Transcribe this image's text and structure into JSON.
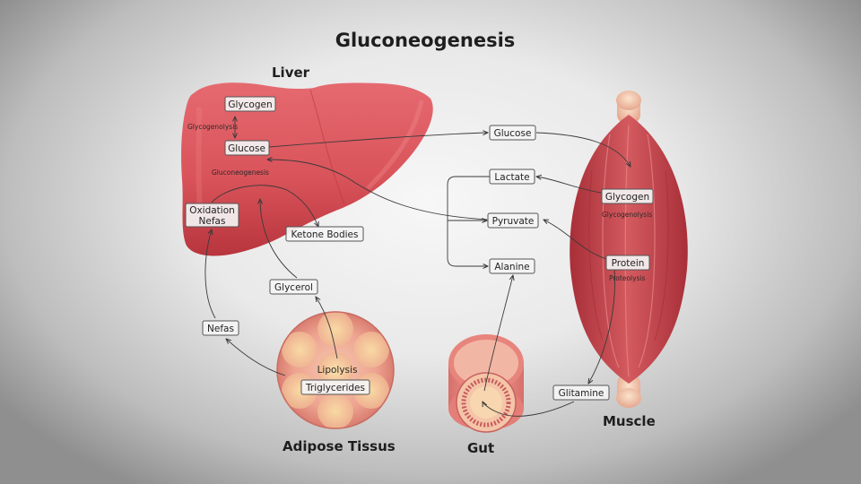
{
  "title": "Gluconeogenesis",
  "organs": {
    "liver": "Liver",
    "muscle": "Muscle",
    "adipose": "Adipose Tissus",
    "gut": "Gut"
  },
  "boxes": {
    "liver_glycogen": "Glycogen",
    "liver_glucose": "Glucose",
    "oxidation_nefas_line1": "Oxidation",
    "oxidation_nefas_line2": "Nefas",
    "ketone_bodies": "Ketone Bodies",
    "glycerol": "Glycerol",
    "nefas": "Nefas",
    "triglycerides": "Triglycerides",
    "glucose": "Glucose",
    "lactate": "Lactate",
    "pyruvate": "Pyruvate",
    "alanine": "Alanine",
    "muscle_glycogen": "Glycogen",
    "protein": "Protein",
    "glitamine": "Glitamine"
  },
  "labels": {
    "liver_glycogenolysis": "Glycogenolysis",
    "liver_gluconeogenesis": "Gluconeogenesis",
    "muscle_glycogenolysis": "Glycogenolysis",
    "proteolysis": "Proteolysis",
    "lipolysis": "Lipolysis"
  },
  "colors": {
    "liver": "#d9535a",
    "muscle": "#c5434b",
    "adipose": "#eba08f",
    "gut": "#ea8f86"
  }
}
